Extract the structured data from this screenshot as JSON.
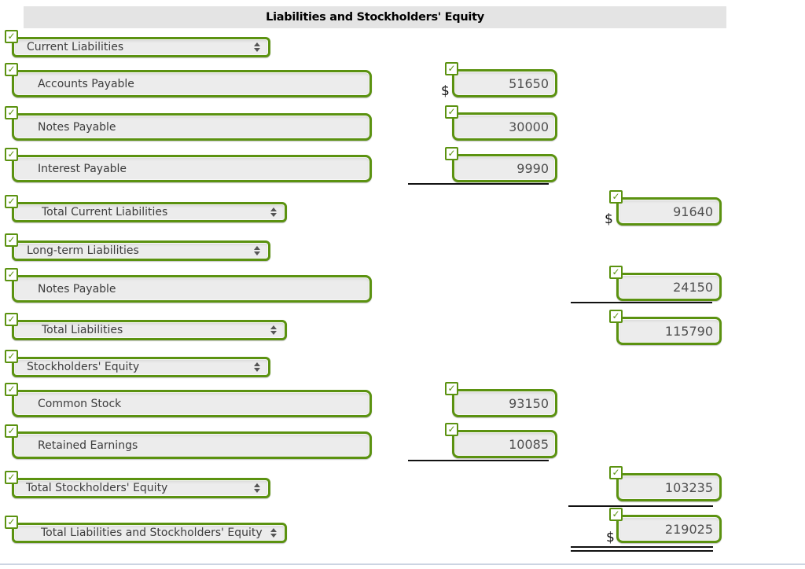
{
  "title": "Liabilities and Stockholders' Equity",
  "symbols": {
    "dollar": "$"
  },
  "icons": {
    "checkmark": "✓",
    "dropdown_arrows": "up-down-triangles"
  },
  "colors": {
    "accent_green": "#5b9210",
    "box_fill": "#ececec",
    "header_bg": "#e4e4e4",
    "rule": "#111111",
    "bottom_divider": "#ccd4e2"
  },
  "rows": [
    {
      "label": "Current Liabilities",
      "control": "select"
    },
    {
      "label": "Accounts Payable",
      "control": "input"
    },
    {
      "label": "Notes Payable",
      "control": "input"
    },
    {
      "label": "Interest Payable",
      "control": "input"
    },
    {
      "label": "Total Current Liabilities",
      "control": "select"
    },
    {
      "label": "Long-term Liabilities",
      "control": "select"
    },
    {
      "label": "Notes Payable",
      "control": "input"
    },
    {
      "label": "Total Liabilities",
      "control": "select"
    },
    {
      "label": "Stockholders' Equity",
      "control": "select"
    },
    {
      "label": "Common Stock",
      "control": "input"
    },
    {
      "label": "Retained Earnings",
      "control": "input"
    },
    {
      "label": "Total Stockholders' Equity",
      "control": "select"
    },
    {
      "label": "Total Liabilities and Stockholders' Equity",
      "control": "select"
    }
  ],
  "amounts": {
    "accounts_payable": "51650",
    "notes_payable_current": "30000",
    "interest_payable": "9990",
    "total_current_liabilities": "91640",
    "notes_payable_longterm": "24150",
    "total_liabilities": "115790",
    "common_stock": "93150",
    "retained_earnings": "10085",
    "total_stockholders_equity": "103235",
    "total_liabilities_and_stockholders_equity": "219025"
  }
}
